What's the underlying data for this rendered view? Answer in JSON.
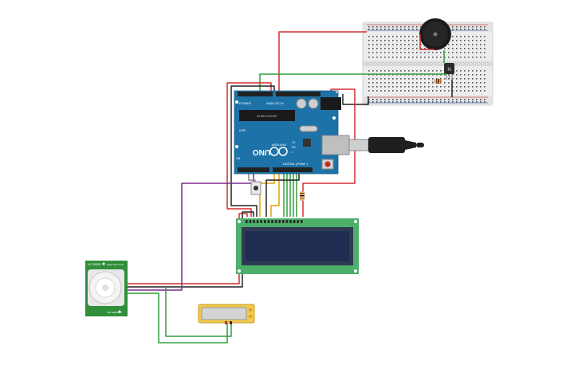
{
  "arduino": {
    "board_label": "UNO",
    "brand_label": "ARDUINO",
    "power_header_label": "POWER",
    "analog_header_label": "ANALOG IN",
    "digital_header_label": "DIGITAL (PWM~)",
    "chip_label": "ATMEGA328P",
    "tx_label": "TX",
    "rx_label": "RX",
    "l_label": "L",
    "on_label": "ON",
    "icsp_label": "ICSP"
  },
  "pir": {
    "model_label": "HC-SR501",
    "top_right_label": "GND OUT VCC",
    "bottom_right_label": "PIR SENSOR"
  },
  "transistor": {
    "label": "N"
  },
  "colors": {
    "wire_red": "#d32f2f",
    "wire_black": "#222222",
    "wire_green": "#2e9d3a",
    "wire_purple": "#7b2d8e",
    "wire_yellow": "#e2a400",
    "wire_gray": "#8a8a8a",
    "arduino_blue": "#1d73a8",
    "pcb_green": "#2f8f3a",
    "lcd_green": "#4caf6a",
    "lcd_screen": "#1f2d52",
    "breadboard": "#e8e8e8",
    "buzzer": "#1a1a1a",
    "pot_body": "#f2c94c"
  }
}
